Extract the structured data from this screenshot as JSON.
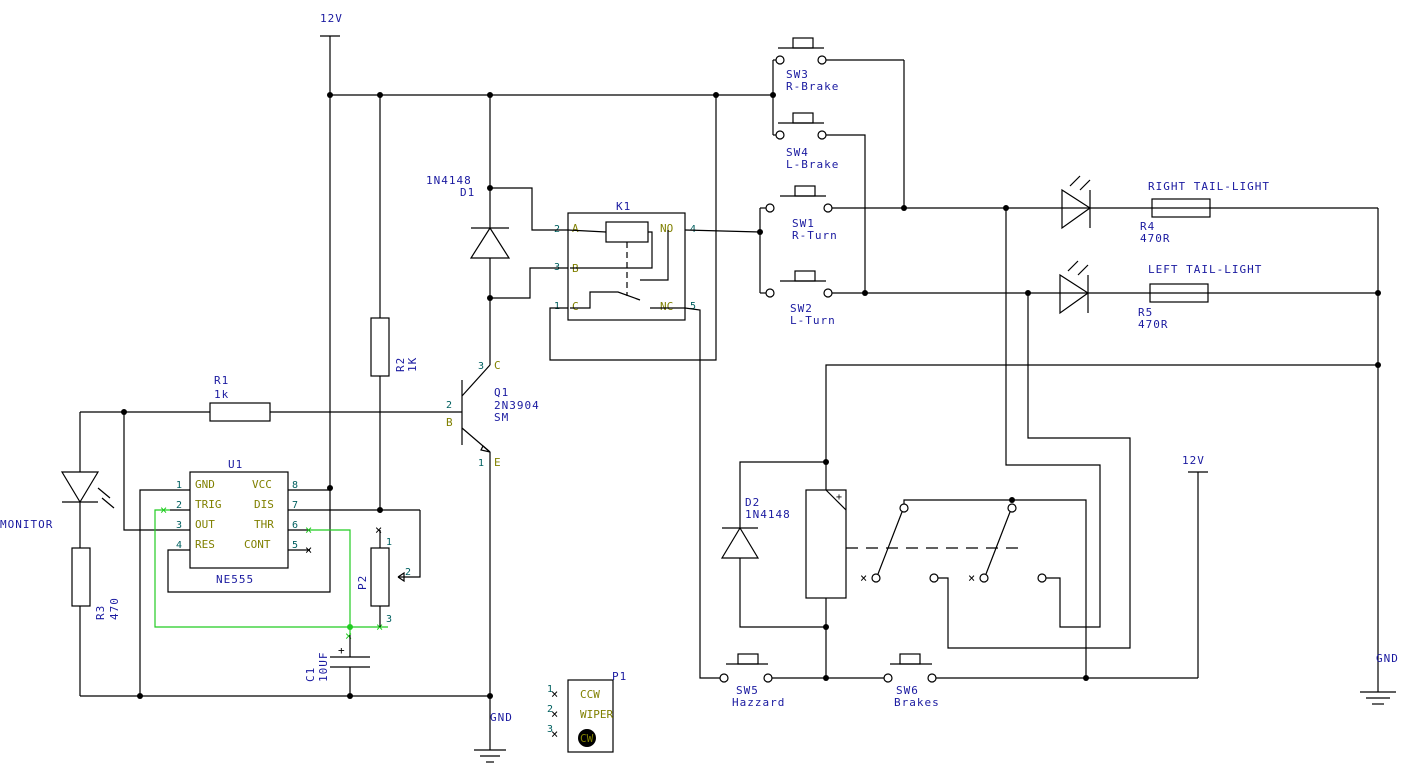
{
  "labels": {
    "vcc_top": "12V",
    "vcc_right": "12V",
    "gnd_bottom": "GND",
    "gnd_right": "GND",
    "monitor": "MONITOR"
  },
  "components": {
    "d1": {
      "ref": "D1",
      "value": "1N4148"
    },
    "d2": {
      "ref": "D2",
      "value": "1N4148"
    },
    "k1": {
      "ref": "K1",
      "pins": [
        "A",
        "B",
        "C",
        "NO",
        "NC"
      ],
      "pin_numbers": [
        "2",
        "3",
        "1",
        "4",
        "5"
      ]
    },
    "q1": {
      "ref": "Q1",
      "value": "2N3904",
      "pkg": "SM",
      "pins": [
        "C",
        "B",
        "E"
      ],
      "pin_numbers": [
        "3",
        "2",
        "1"
      ]
    },
    "r1": {
      "ref": "R1",
      "value": "1k"
    },
    "r2": {
      "ref": "R2",
      "value": "1K"
    },
    "r3": {
      "ref": "R3",
      "value": "470"
    },
    "r4": {
      "ref": "R4",
      "value": "470R"
    },
    "r5": {
      "ref": "R5",
      "value": "470R"
    },
    "u1": {
      "ref": "U1",
      "value": "NE555",
      "left_pins": [
        "GND",
        "TRIG",
        "OUT",
        "RES"
      ],
      "left_nums": [
        "1",
        "2",
        "3",
        "4"
      ],
      "right_pins": [
        "VCC",
        "DIS",
        "THR",
        "CONT"
      ],
      "right_nums": [
        "8",
        "7",
        "6",
        "5"
      ]
    },
    "p2": {
      "ref": "P2",
      "pin_numbers": [
        "1",
        "2",
        "3"
      ]
    },
    "c1": {
      "ref": "C1",
      "value": "10UF"
    },
    "p1": {
      "ref": "P1",
      "pins": [
        "CCW",
        "WIPER",
        "CW"
      ],
      "pin_numbers": [
        "1",
        "2",
        "3"
      ]
    },
    "sw1": {
      "ref": "SW1",
      "value": "R-Turn"
    },
    "sw2": {
      "ref": "SW2",
      "value": "L-Turn"
    },
    "sw3": {
      "ref": "SW3",
      "value": "R-Brake"
    },
    "sw4": {
      "ref": "SW4",
      "value": "L-Brake"
    },
    "sw5": {
      "ref": "SW5",
      "value": "Hazzard"
    },
    "sw6": {
      "ref": "SW6",
      "value": "Brakes"
    },
    "right_tail": "RIGHT TAIL-LIGHT",
    "left_tail": "LEFT TAIL-LIGHT"
  }
}
